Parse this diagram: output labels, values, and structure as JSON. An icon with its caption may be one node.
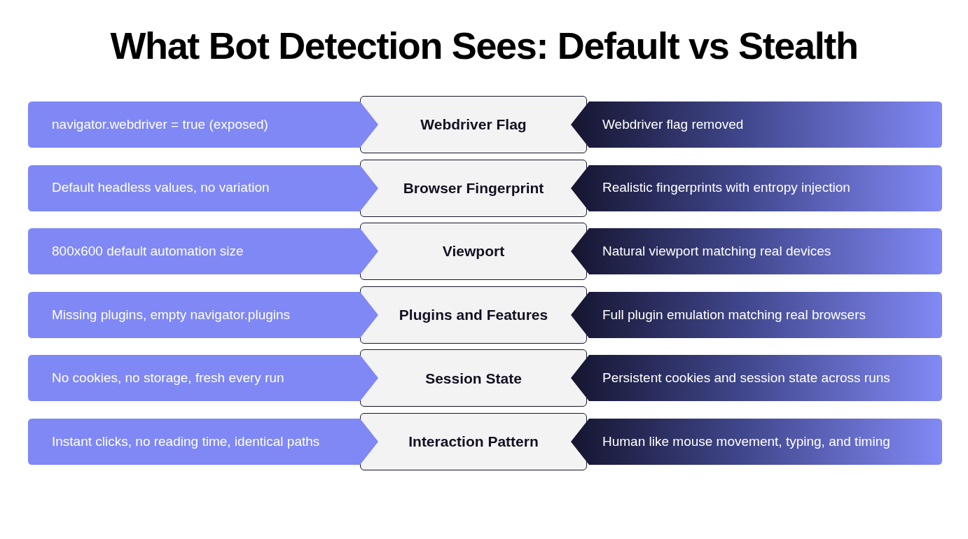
{
  "diagram": {
    "title": "What Bot Detection Sees: Default vs Stealth",
    "nodes": [
      {
        "text": [
          "navigator.webdriver = true (exposed)"
        ]
      },
      {
        "text": [
          "Webdriver Flag"
        ]
      },
      {
        "text": [
          "Webdriver flag removed"
        ]
      },
      {
        "text": [
          "Default headless values, no variation"
        ]
      },
      {
        "text": [
          "Browser Fingerprint"
        ]
      },
      {
        "text": [
          "Realistic fingerprints with entropy injection"
        ]
      },
      {
        "text": [
          "800x600 default automation size"
        ]
      },
      {
        "text": [
          "Viewport"
        ]
      },
      {
        "text": [
          "Natural viewport matching real devices"
        ]
      },
      {
        "text": [
          "Missing plugins, empty navigator.plugins"
        ]
      },
      {
        "text": [
          "Plugins and Features"
        ]
      },
      {
        "text": [
          "Full plugin emulation matching real browsers"
        ]
      },
      {
        "text": [
          "No cookies, no storage, fresh every run"
        ]
      },
      {
        "text": [
          "Session State"
        ]
      },
      {
        "text": [
          "Persistent cookies and session state across runs"
        ]
      },
      {
        "text": [
          "Instant clicks, no reading time, identical paths"
        ]
      },
      {
        "text": [
          "Interaction Pattern"
        ]
      },
      {
        "text": [
          "Human like mouse movement, typing, and timing"
        ]
      }
    ]
  }
}
